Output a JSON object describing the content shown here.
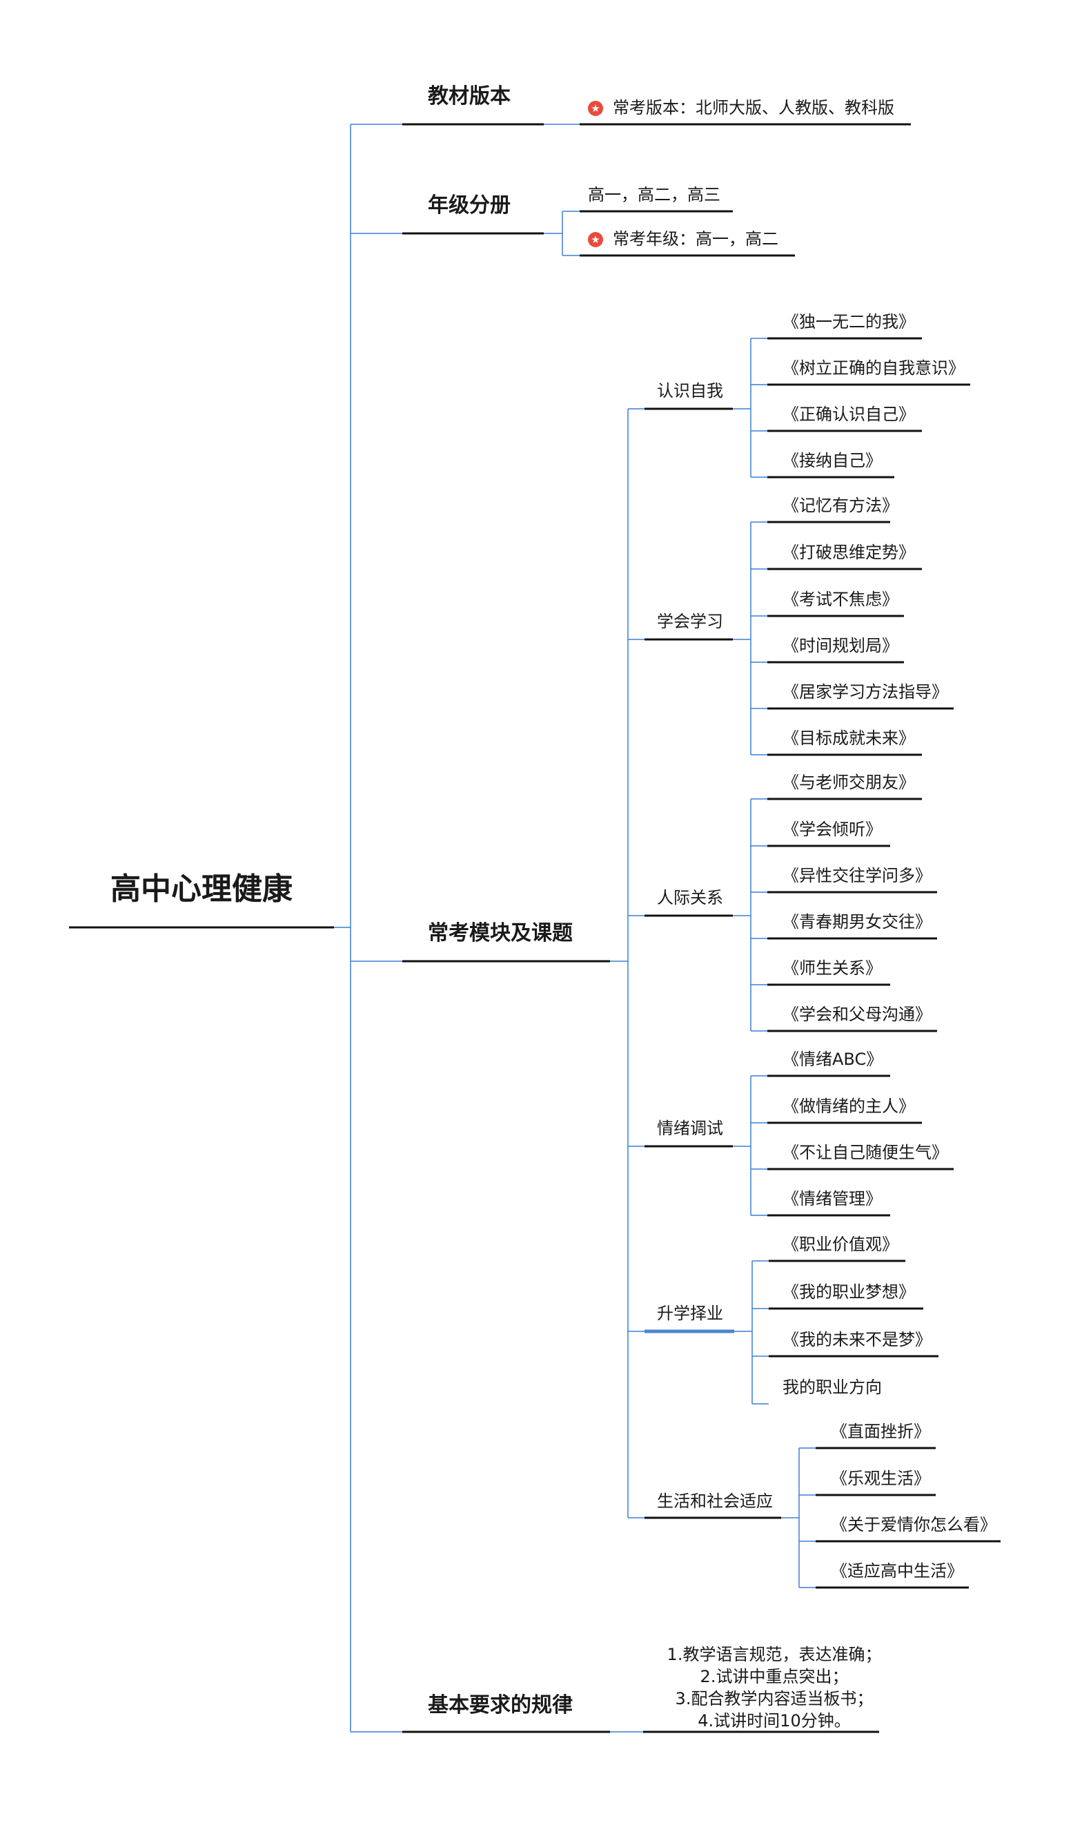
{
  "root": "高中心理健康",
  "branches": [
    {
      "label": "教材版本",
      "children": [
        {
          "label": "常考版本：北师大版、人教版、教科版",
          "starred": true
        }
      ]
    },
    {
      "label": "年级分册",
      "children": [
        {
          "label": "高一，高二，高三"
        },
        {
          "label": "常考年级：高一，高二",
          "starred": true
        }
      ]
    },
    {
      "label": "常考模块及课题",
      "children": [
        {
          "label": "认识自我",
          "children": [
            "《独一无二的我》",
            "《树立正确的自我意识》",
            "《正确认识自己》",
            "《接纳自己》"
          ]
        },
        {
          "label": "学会学习",
          "children": [
            "《记忆有方法》",
            "《打破思维定势》",
            "《考试不焦虑》",
            "《时间规划局》",
            "《居家学习方法指导》",
            "《目标成就未来》"
          ]
        },
        {
          "label": "人际关系",
          "children": [
            "《与老师交朋友》",
            "《学会倾听》",
            "《异性交往学问多》",
            "《青春期男女交往》",
            "《师生关系》",
            "《学会和父母沟通》"
          ]
        },
        {
          "label": "情绪调试",
          "children": [
            "《情绪ABC》",
            "《做情绪的主人》",
            "《不让自己随便生气》",
            "《情绪管理》"
          ]
        },
        {
          "label": "升学择业",
          "children": [
            "《职业价值观》",
            "《我的职业梦想》",
            "《我的未来不是梦》",
            "我的职业方向"
          ]
        },
        {
          "label": "生活和社会适应",
          "children": [
            "《直面挫折》",
            "《乐观生活》",
            "《关于爱情你怎么看》",
            "《适应高中生活》"
          ]
        }
      ]
    },
    {
      "label": "基本要求的规律",
      "note": [
        "1.教学语言规范，表达准确；",
        "2.试讲中重点突出；",
        "3.配合教学内容适当板书；",
        "4.试讲时间10分钟。"
      ]
    }
  ],
  "style": {
    "connector_color": "#3c7ed6",
    "underline_color": "#111111",
    "selected_underline_color": "#4a86d0",
    "star_color": "#e84b3c"
  }
}
